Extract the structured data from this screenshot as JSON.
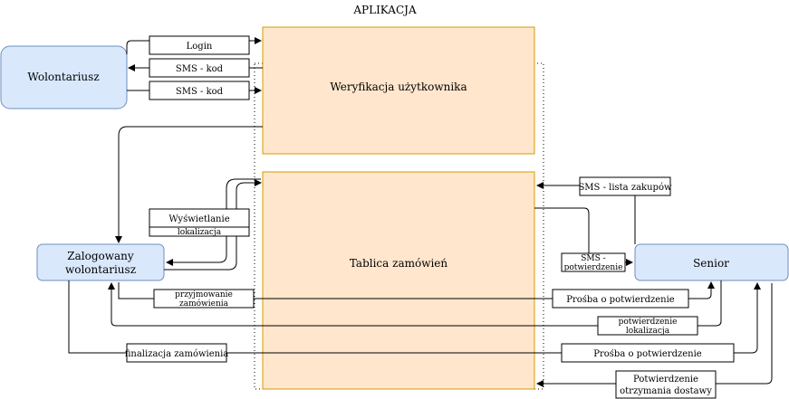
{
  "title": "APLIKACJA",
  "actors": {
    "volunteer": "Wolontariusz",
    "logged_volunteer_line1": "Zalogowany",
    "logged_volunteer_line2": "wolontariusz",
    "senior": "Senior"
  },
  "modules": {
    "verification": "Weryfikacja użytkownika",
    "orders_board": "Tablica zamówień"
  },
  "flows": {
    "login": "Login",
    "sms_code_in": "SMS - kod",
    "sms_code_out": "SMS - kod",
    "display": "Wyświetlanie",
    "location": "lokalizacja",
    "sms_shopping_list": "SMS - lista zakupów",
    "sms_confirmation_line1": "SMS -",
    "sms_confirmation_line2": "potwierdzenie",
    "accepting_order_line1": "przyjmowanie",
    "accepting_order_line2": "zamówienia",
    "confirmation_request_1": "Prośba o potwierdzenie",
    "location_confirmation_line1": "potwierdzenie",
    "location_confirmation_line2": "lokalizacja",
    "order_finalization": "finalizacja zamówienia",
    "confirmation_request_2": "Prośba o potwierdzenie",
    "delivery_confirmation_line1": "Potwierdzenie",
    "delivery_confirmation_line2": "otrzymania dostawy"
  },
  "colors": {
    "actor_fill": "#dae8fc",
    "actor_stroke": "#6c8ebf",
    "module_fill": "#ffe6cc",
    "module_stroke": "#d79b00"
  }
}
